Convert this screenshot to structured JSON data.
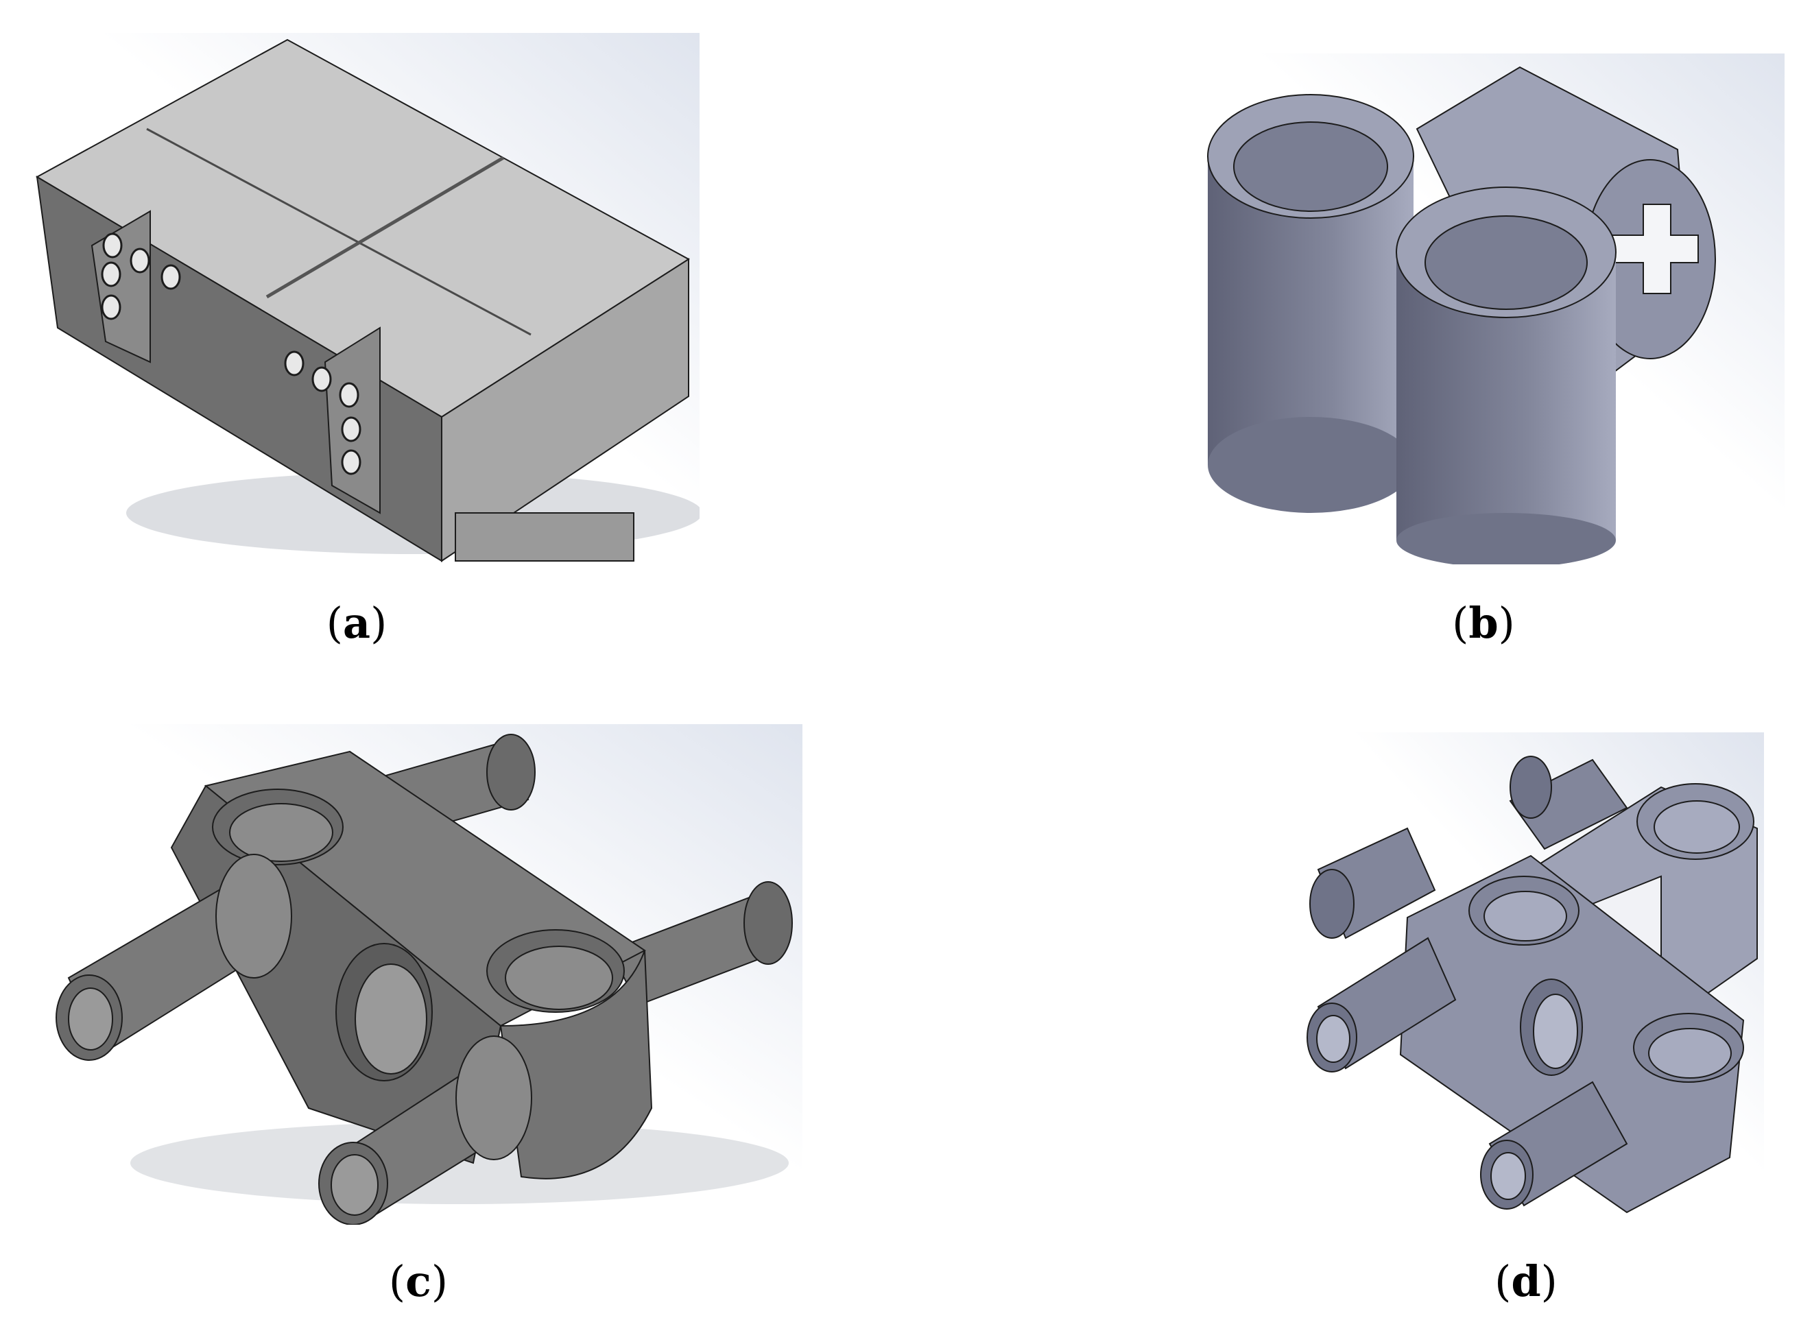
{
  "figure": {
    "panels": [
      {
        "id": "a",
        "label": "a"
      },
      {
        "id": "b",
        "label": "b"
      },
      {
        "id": "c",
        "label": "c"
      },
      {
        "id": "d",
        "label": "d"
      }
    ]
  },
  "colors": {
    "background_grad_start": "#ffffff",
    "background_grad_end": "#dfe4ee",
    "part_gray_light": "#c9c9c9",
    "part_gray_mid": "#a3a3a3",
    "part_gray_dark": "#6e6e6e",
    "part_blue_light": "#a7abbf",
    "part_blue_mid": "#82869b",
    "part_blue_dark": "#5f6277",
    "outline": "#1c1c1c"
  },
  "icons": [
    "sensor-block-render",
    "double-pin-connector-render",
    "pin-beam-render",
    "cross-axle-pin-beam-render"
  ]
}
